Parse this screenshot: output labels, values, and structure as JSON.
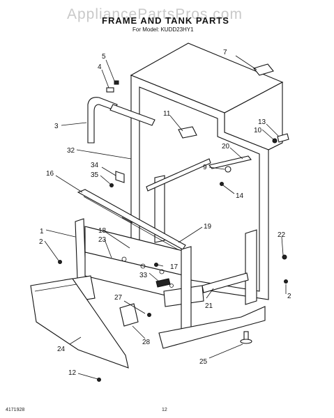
{
  "watermark": "AppliancePartsPros.com",
  "header": {
    "title": "FRAME AND TANK PARTS",
    "model": "For Model: KUDD23HY1"
  },
  "callouts": [
    "1",
    "2",
    "2",
    "3",
    "5",
    "4",
    "7",
    "9",
    "10",
    "11",
    "12",
    "13",
    "14",
    "16",
    "17",
    "18",
    "19",
    "20",
    "21",
    "22",
    "23",
    "24",
    "25",
    "27",
    "28",
    "32",
    "33",
    "34",
    "35"
  ],
  "footer": {
    "code": "4171928",
    "page": "12"
  }
}
